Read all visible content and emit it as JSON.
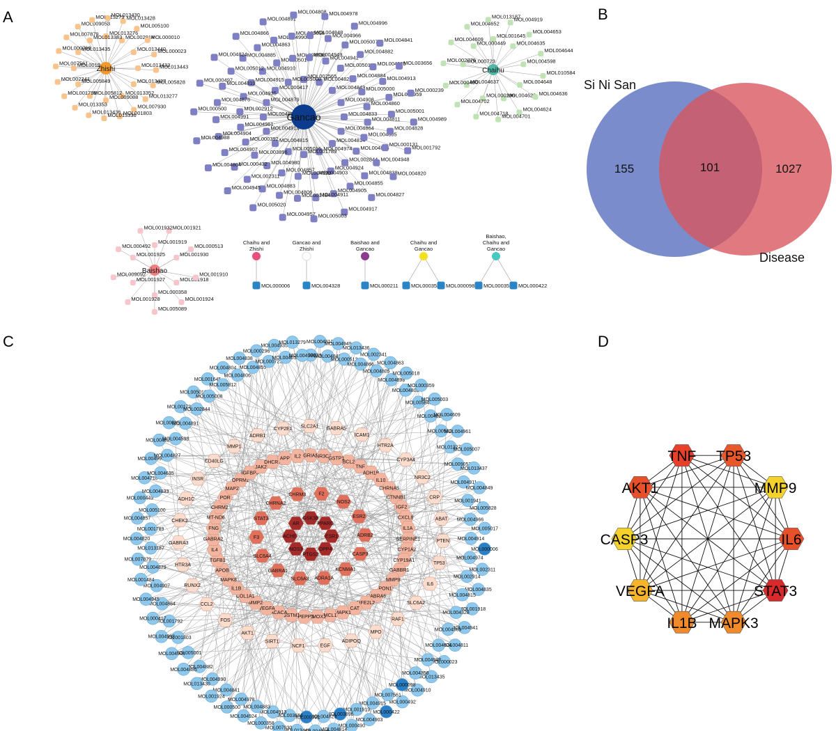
{
  "panels": {
    "A": "A",
    "B": "B",
    "C": "C",
    "D": "D"
  },
  "panelA": {
    "herbs": [
      {
        "name": "Zhishi",
        "hubColor": "#f29a2a",
        "leafColor": "#f6c48c",
        "molecules": [
          "MOL013276",
          "MOL002914",
          "MOL013440",
          "MOL013433",
          "MOL013437",
          "MOL013352",
          "MOL009088",
          "MOL005812",
          "MOL005849",
          "MOL001941",
          "MOL013435",
          "MOL013383",
          "MOL013428",
          "MOL005100",
          "MOL000010",
          "MOL000023",
          "MOL013443",
          "MOL005828",
          "MOL013277",
          "MOL007930",
          "MOL001803",
          "MOL013336",
          "MOL013436",
          "MOL013353",
          "MOL001798",
          "MOL002341",
          "MOL007561",
          "MOL000768",
          "MOL007879",
          "MOL009053",
          "MOL013279",
          "MOL013430"
        ]
      },
      {
        "name": "Gancao",
        "hubColor": "#0d3b8e",
        "leafColor": "#7f7fc4",
        "molecules": [
          "MOL002565",
          "MOL004829",
          "MOL004849",
          "MOL004908",
          "MOL004833",
          "MOL004864",
          "MOL004814",
          "MOL004974",
          "MOL001789",
          "MOL005016",
          "MOL004815",
          "MOL004914",
          "MOL004856",
          "MOL004879",
          "MOL000417",
          "MOL005008",
          "MOL004941",
          "MOL005013",
          "MOL004884",
          "MOL005000",
          "MOL004860",
          "MOL004811",
          "MOL004805",
          "MOL004835",
          "MOL002844",
          "MOL004924",
          "MOL004903",
          "MOL004993",
          "MOL004857",
          "MOL004980",
          "MOL003896",
          "MOL000392",
          "MOL004961",
          "MOL002912",
          "MOL004935",
          "MOL004915",
          "MOL004910",
          "MOL005017",
          "MOL004898",
          "MOL004949",
          "MOL004882",
          "MOL004985",
          "MOL004913",
          "MOL004959",
          "MOL005001",
          "MOL004828",
          "MOL000131",
          "MOL004948",
          "MOL004838",
          "MOL004855",
          "MOL004905",
          "MOL004911",
          "MOL001484",
          "MOL004806",
          "MOL004883",
          "MOL002311",
          "MOL000432",
          "MOL004907",
          "MOL004904",
          "MOL004991",
          "MOL004876",
          "MOL004810",
          "MOL005012",
          "MOL004885",
          "MOL004863",
          "MOL004990",
          "MOL005018",
          "MOL004848",
          "MOL004966",
          "MOL005007",
          "MOL003656",
          "MOL000239",
          "MOL004989",
          "MOL001792",
          "MOL004820",
          "MOL004827",
          "MOL004917",
          "MOL005003",
          "MOL004957",
          "MOL005020",
          "MOL004945",
          "MOL004804",
          "MOL004988",
          "MOL000500",
          "MOL000497",
          "MOL004824",
          "MOL004866",
          "MOL004891",
          "MOL004808",
          "MOL004978",
          "MOL004996",
          "MOL004841"
        ]
      },
      {
        "name": "Chaihu",
        "hubColor": "#4fb8a8",
        "leafColor": "#bfe3b4",
        "molecules": [
          "MOL001645",
          "MOL004635",
          "MOL004598",
          "MOL004648",
          "MOL004628",
          "MOL000296",
          "MOL004637",
          "MOL000723",
          "MOL000449",
          "MOL004919",
          "MOL004653",
          "MOL004644",
          "MOL010584",
          "MOL004636",
          "MOL004624",
          "MOL004701",
          "MOL004718",
          "MOL004702",
          "MOL000490",
          "MOL002776",
          "MOL004609",
          "MOL004652",
          "MOL013187"
        ]
      },
      {
        "name": "Baishao",
        "hubColor": "#f08080",
        "leafColor": "#f7c6cc",
        "molecules": [
          "MOL001919",
          "MOL001930",
          "MOL001918",
          "MOL000358",
          "MOL001927",
          "MOL001925",
          "MOL001921",
          "MOL000513",
          "MOL001910",
          "MOL001924",
          "MOL005089",
          "MOL001928",
          "MOL009092",
          "MOL000492",
          "MOL001932"
        ]
      }
    ],
    "shared": [
      {
        "label": "Chaihu and\nZhishi",
        "color": "#e6507a",
        "molecules": [
          "MOL000006"
        ]
      },
      {
        "label": "Gancao and\nZhishi",
        "color": "#ffffff",
        "molecules": [
          "MOL004328"
        ]
      },
      {
        "label": "Baishao and\nGancao",
        "color": "#8e3a8e",
        "molecules": [
          "MOL000211"
        ]
      },
      {
        "label": "Chaihu and\nGancao",
        "color": "#f2e01e",
        "molecules": [
          "MOL000354",
          "MOL000098"
        ]
      },
      {
        "label": "Baishao,\nChaihu and\nGancao",
        "color": "#48c8c0",
        "molecules": [
          "MOL000359",
          "MOL000422"
        ]
      }
    ],
    "sharedMolColor": "#2a84c6"
  },
  "panelB": {
    "leftSet": "Si Ni San",
    "rightSet": "Disease",
    "leftOnly": "155",
    "both": "101",
    "rightOnly": "1027",
    "leftColor": "#5a6fbf",
    "rightColor": "#d9545c"
  },
  "panelC": {
    "outerMolecules": [
      "MOL000239",
      "MOL004810",
      "MOL004848",
      "MOL004949",
      "MOL000513",
      "MOL013436",
      "MOL004866",
      "MOL002341",
      "MOL004805",
      "MOL004863",
      "MOL004898",
      "MOL005018",
      "MOL004808",
      "MOL000359",
      "MOL005849",
      "MOL005003",
      "MOL004824",
      "MOL004609",
      "MOL005020",
      "MOL004961",
      "MOL013277",
      "MOL005007",
      "MOL009053",
      "MOL013437",
      "MOL004911",
      "MOL004849",
      "MOL001941",
      "MOL005828",
      "MOL004966",
      "MOL005017",
      "MOL004914",
      "MOL000006",
      "MOL004974",
      "MOL002311",
      "MOL002914",
      "MOL004835",
      "MOL004815",
      "MOL001918",
      "MOL004328",
      "MOL004941",
      "MOL004989",
      "MOL004811",
      "MOL004624",
      "MOL000023",
      "MOL004988",
      "MOL013435",
      "MOL004358",
      "MOL004910",
      "MOL000098",
      "MOL000492",
      "MOL007561",
      "MOL000422",
      "MOL004915",
      "MOL004903",
      "MOL001919",
      "MOL000490",
      "MOL003896",
      "MOL004814",
      "MOL004829",
      "MOL004948",
      "MOL000392",
      "MOL013440",
      "MOL003656",
      "MOL007930",
      "MOL004913",
      "MOL000358",
      "MOL004883",
      "MOL004924",
      "MOL004978",
      "MOL000500",
      "MOL004841",
      "MOL001924",
      "MOL004990",
      "MOL013430",
      "MOL004882",
      "MOL004885",
      "MOL005001",
      "MOL004904",
      "MOL001803",
      "MOL004993",
      "MOL001792",
      "MOL000417",
      "MOL004864",
      "MOL004945",
      "MOL004907",
      "MOL001484",
      "MOL004879",
      "MOL007879",
      "MOL013187",
      "MOL004820",
      "MOL001789",
      "MOL004857",
      "MOL005100",
      "MOL000449",
      "MOL004833",
      "MOL004718",
      "MOL004635",
      "MOL004991",
      "MOL004827",
      "MOL004828",
      "MOL004598",
      "MOL000354",
      "MOL004891",
      "MOL001798",
      "MOL002844",
      "MOL005016",
      "MOL005008",
      "MOL001645",
      "MOL005812",
      "MOL004804",
      "MOL004806",
      "MOL004838",
      "MOL004855",
      "MOL000296",
      "MOL000723",
      "MOL004935",
      "MOL004653",
      "MOL013279",
      "MOL004980"
    ],
    "darkMolecules": [
      "MOL000098",
      "MOL000006",
      "MOL000422",
      "MOL003896",
      "MOL000392"
    ],
    "molColor": "#8ec8ec",
    "darkMolColor": "#2a7fc6",
    "geneRings": [
      {
        "genes": [
          "GSK3B",
          "PPARG",
          "ESR1",
          "DPP4",
          "PTGS2",
          "NOS3",
          "ACHE",
          "AR"
        ],
        "color": "#a52a2a"
      },
      {
        "genes": [
          "F2",
          "NOS2",
          "ESR2",
          "ADRB2",
          "CASP3",
          "KCNMA1",
          "ADRA1A",
          "SLC6A3",
          "GABRA1",
          "SLC6A4",
          "F3",
          "STAT3",
          "CHRNA2",
          "CHRM3"
        ],
        "color": "#e0705c"
      },
      {
        "genes": [
          "BCL2",
          "TNF",
          "ADH1B",
          "IL10",
          "CHRNA5",
          "CTNNB1",
          "IGF2",
          "CXCL8",
          "IL1A",
          "SERPINE1",
          "CYP1A2",
          "CYP19A1",
          "GABBR1",
          "MMP9",
          "PON1",
          "GABRA6",
          "NFE2L2",
          "CAT",
          "MAPK1",
          "MCL1",
          "HMOX1",
          "NPEPPS",
          "GSTM1",
          "ACACA",
          "VEGFA",
          "MMP2",
          "COL1A1",
          "IL1B",
          "MAPK8",
          "APOB",
          "TGFB1",
          "IL4",
          "GABRA2",
          "FNG",
          "MT-ND6",
          "CHRM2",
          "POR",
          "MAP2",
          "OPRM1",
          "IGFBP3",
          "JAK2",
          "DHCR7",
          "APP",
          "IL2",
          "GRIA2",
          "NR3C1",
          "GSTP1"
        ],
        "color": "#f3b5a0"
      },
      {
        "genes": [
          "HTR2A",
          "CYP3A4",
          "NR3C2",
          "CRP",
          "ABAT",
          "PTEN",
          "TP53",
          "IL6",
          "SLC6A2",
          "RAF1",
          "MPO",
          "ADIPOQ",
          "EGF",
          "NCF1",
          "SIRT1",
          "AKT1",
          "FOS",
          "CCL2",
          "RUNX2",
          "HTR3A",
          "GABRA3",
          "CHEK2",
          "ADH1C",
          "INSR",
          "CD40LG",
          "MMP1",
          "ADRB1",
          "CYP2E1",
          "SLC2A1",
          "GABRA5",
          "ICAM1"
        ],
        "color": "#fbdccd"
      }
    ]
  },
  "panelD": {
    "hubGenes": [
      {
        "name": "TP53",
        "color": "#e8582a"
      },
      {
        "name": "MMP9",
        "color": "#f5d22a"
      },
      {
        "name": "IL6",
        "color": "#e8502a"
      },
      {
        "name": "STAT3",
        "color": "#d82a2a"
      },
      {
        "name": "MAPK3",
        "color": "#f08a2a"
      },
      {
        "name": "IL1B",
        "color": "#f08a2a"
      },
      {
        "name": "VEGFA",
        "color": "#f5b42a"
      },
      {
        "name": "CASP3",
        "color": "#f5d22a"
      },
      {
        "name": "AKT1",
        "color": "#e8502a"
      },
      {
        "name": "TNF",
        "color": "#e8402a"
      }
    ]
  }
}
